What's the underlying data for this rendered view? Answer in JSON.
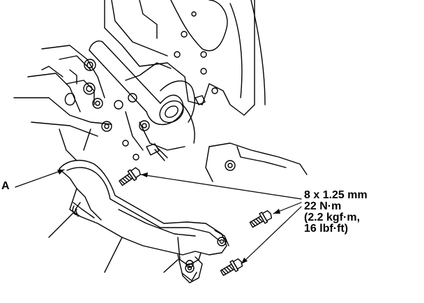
{
  "callouts": {
    "part_label": "A",
    "spec_lines": [
      "8 x 1.25 mm",
      "22 N·m",
      "(2.2 kgf·m,",
      "16 lbf·ft)"
    ]
  },
  "colors": {
    "ink": "#000000",
    "paper": "#ffffff",
    "hatch": "#d0d0d0"
  },
  "icons": {
    "bolt_count": 3,
    "bolt_icon": "flange-bolt-icon"
  }
}
